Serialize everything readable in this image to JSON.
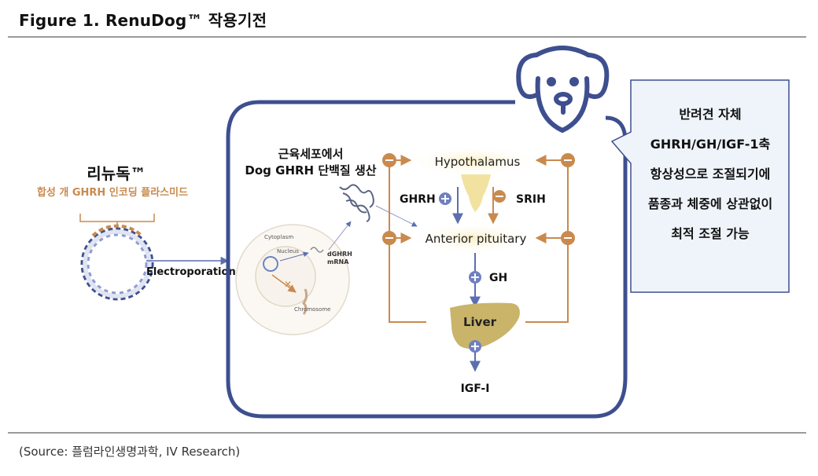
{
  "title": "Figure 1. RenuDog™ 작용기전",
  "source": "(Source:  플럼라인생명과학, IV Research)",
  "plasmid": {
    "name": "리뉴독™",
    "subtitle": "합성 개 GHRH 인코딩 플라스미드"
  },
  "electroporation": "Electroporation",
  "cell": {
    "caption_line1": "근육세포에서",
    "caption_line2": "Dog GHRH 단백질 생산",
    "cytoplasm": "Cytoplasm",
    "nucleus": "Nucleus",
    "mrna_line1": "dGHRH",
    "mrna_line2": "mRNA",
    "chromosome": "Chromosome"
  },
  "axis": {
    "hypothalamus": "Hypothalamus",
    "ghrh": "GHRH",
    "srih": "SRIH",
    "anterior_pituitary": "Anterior pituitary",
    "gh": "GH",
    "liver": "Liver",
    "igf": "IGF-I"
  },
  "callout": {
    "line1": "반려견 자체",
    "line2": "GHRH/GH/IGF-1축",
    "line3": "항상성으로 조절되기에",
    "line4": "품종과 체중에 상관없이",
    "line5": "최적 조절 가능"
  },
  "colors": {
    "navy": "#3e4f8f",
    "orange": "#c98a4e",
    "blue_arrow": "#5b6fb0",
    "callout_bg": "#eef4fa",
    "yellow": "#f5e6a8",
    "liver": "#c9b46a"
  }
}
